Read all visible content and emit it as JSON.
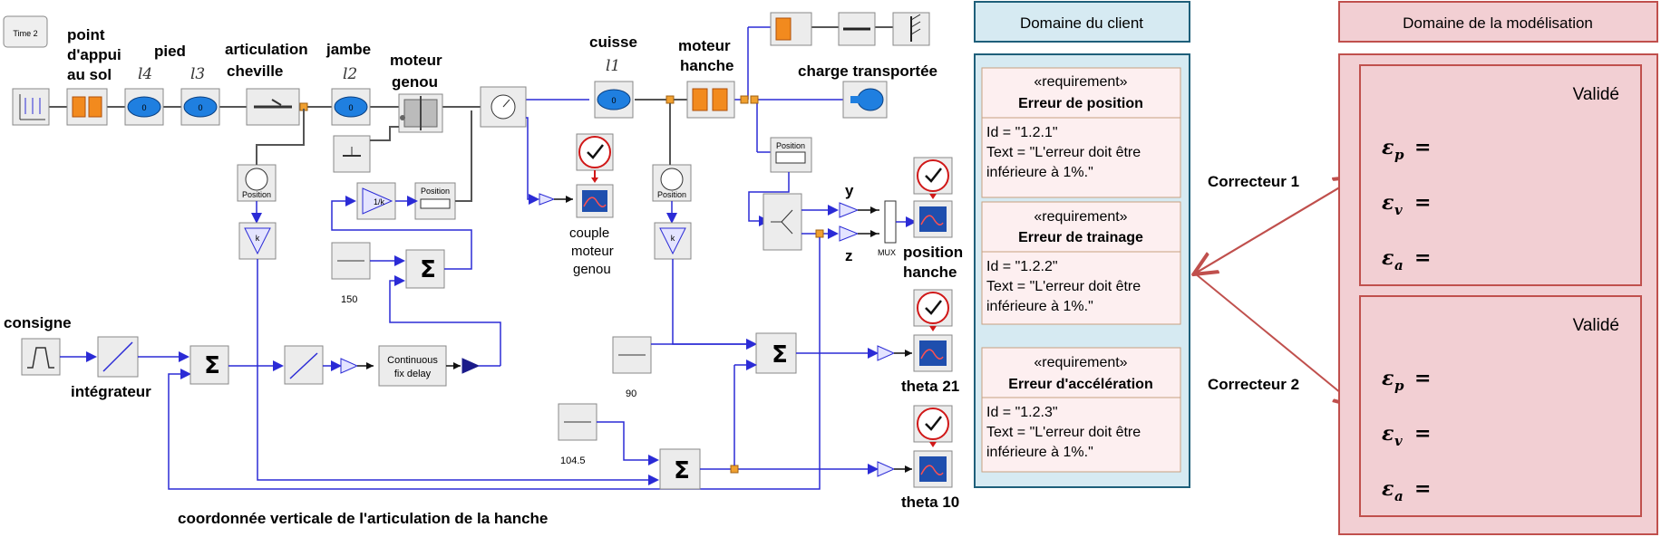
{
  "xcos": {
    "clock_label": "Time 2",
    "labels": {
      "point_appui_1": "point",
      "point_appui_2": "d'appui",
      "point_appui_3": "au sol",
      "pied": "pied",
      "articulation_1": "articulation",
      "articulation_2": "cheville",
      "jambe": "jambe",
      "moteur_genou_1": "moteur",
      "moteur_genou_2": "genou",
      "cuisse": "cuisse",
      "moteur_hanche_1": "moteur",
      "moteur_hanche_2": "hanche",
      "charge": "charge transportée",
      "l4": "l4",
      "l3": "l3",
      "l2": "l2",
      "l1": "l1",
      "couple_1": "couple",
      "couple_2": "moteur",
      "couple_3": "genou",
      "position_hanche_1": "position",
      "position_hanche_2": "hanche",
      "y": "y",
      "z": "z",
      "mux": "MUX",
      "consigne": "consigne",
      "integrateur": "intégrateur",
      "theta21": "theta 21",
      "theta10": "theta 10",
      "coord": "coordonnée verticale de l'articulation de la hanche",
      "const150": "150",
      "const90": "90",
      "const104": "104.5",
      "delay_1": "Continuous",
      "delay_2": "fix delay",
      "position_sensor": "Position",
      "gain_k": "k",
      "gain_inv": "1/k",
      "sum_symbol": "Σ"
    }
  },
  "client_domain": {
    "title": "Domaine du client",
    "requirements": [
      {
        "stereotype": "«requirement»",
        "name": "Erreur de position",
        "id": "Id = \"1.2.1\"",
        "text_1": "Text = \"L'erreur doit être",
        "text_2": "inférieure à 1%.\""
      },
      {
        "stereotype": "«requirement»",
        "name": "Erreur de trainage",
        "id": "Id = \"1.2.2\"",
        "text_1": "Text = \"L'erreur doit être",
        "text_2": "inférieure à 1%.\""
      },
      {
        "stereotype": "«requirement»",
        "name": "Erreur d'accélération",
        "id": "Id = \"1.2.3\"",
        "text_1": "Text = \"L'erreur doit être",
        "text_2": "inférieure à 1%.\""
      }
    ]
  },
  "correcteurs": [
    "Correcteur 1",
    "Correcteur 2"
  ],
  "modeling_domain": {
    "title": "Domaine de la modélisation",
    "boxes": [
      {
        "status": "Validé",
        "eps": "ε",
        "subs": [
          "p",
          "v",
          "a"
        ],
        "eq": "="
      },
      {
        "status": "Validé",
        "eps": "ε",
        "subs": [
          "p",
          "v",
          "a"
        ],
        "eq": "="
      }
    ]
  },
  "colors": {
    "wire_blue": "#2b2bd6",
    "block_orange": "#f28a1e",
    "block_blue": "#1f7fe0",
    "scope_red": "#d01818",
    "client_fill": "#d6eaf2",
    "client_stroke": "#1e5f7a",
    "req_fill": "#fdeff0",
    "req_stroke": "#c8a080",
    "model_fill": "#f2cfd3",
    "model_stroke": "#c0504d",
    "arrow": "#c0504d"
  }
}
